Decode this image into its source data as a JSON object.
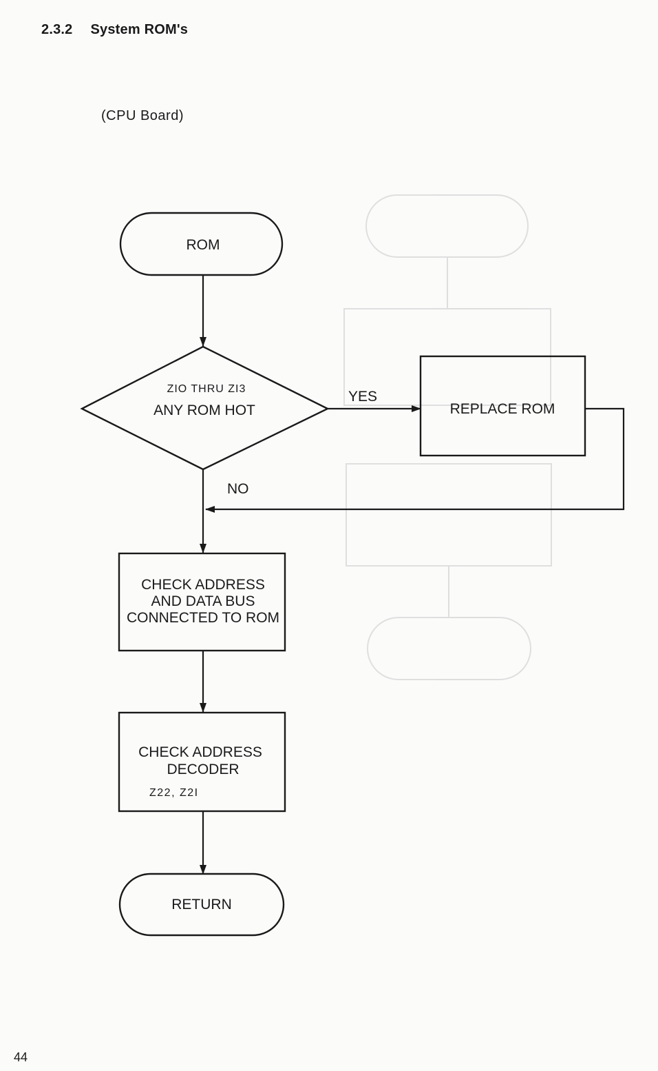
{
  "page": {
    "section_number": "2.3.2",
    "section_title": "System ROM's",
    "subtitle": "(CPU Board)",
    "page_number": "44"
  },
  "flowchart": {
    "start": "ROM",
    "decision": {
      "label_small": "ZIO THRU ZI3",
      "label": "ANY ROM HOT",
      "yes_label": "YES",
      "no_label": "NO"
    },
    "replace": "REPLACE ROM",
    "check_bus": [
      "CHECK ADDRESS",
      "AND DATA BUS",
      "CONNECTED TO ROM"
    ],
    "check_decoder": [
      "CHECK ADDRESS",
      "DECODER"
    ],
    "check_decoder_small": "Z22, Z2I",
    "end": "RETURN"
  },
  "colors": {
    "ink": "#1a1a1a",
    "paper": "#fbfbfa",
    "show_through": "#b9b9b9"
  }
}
